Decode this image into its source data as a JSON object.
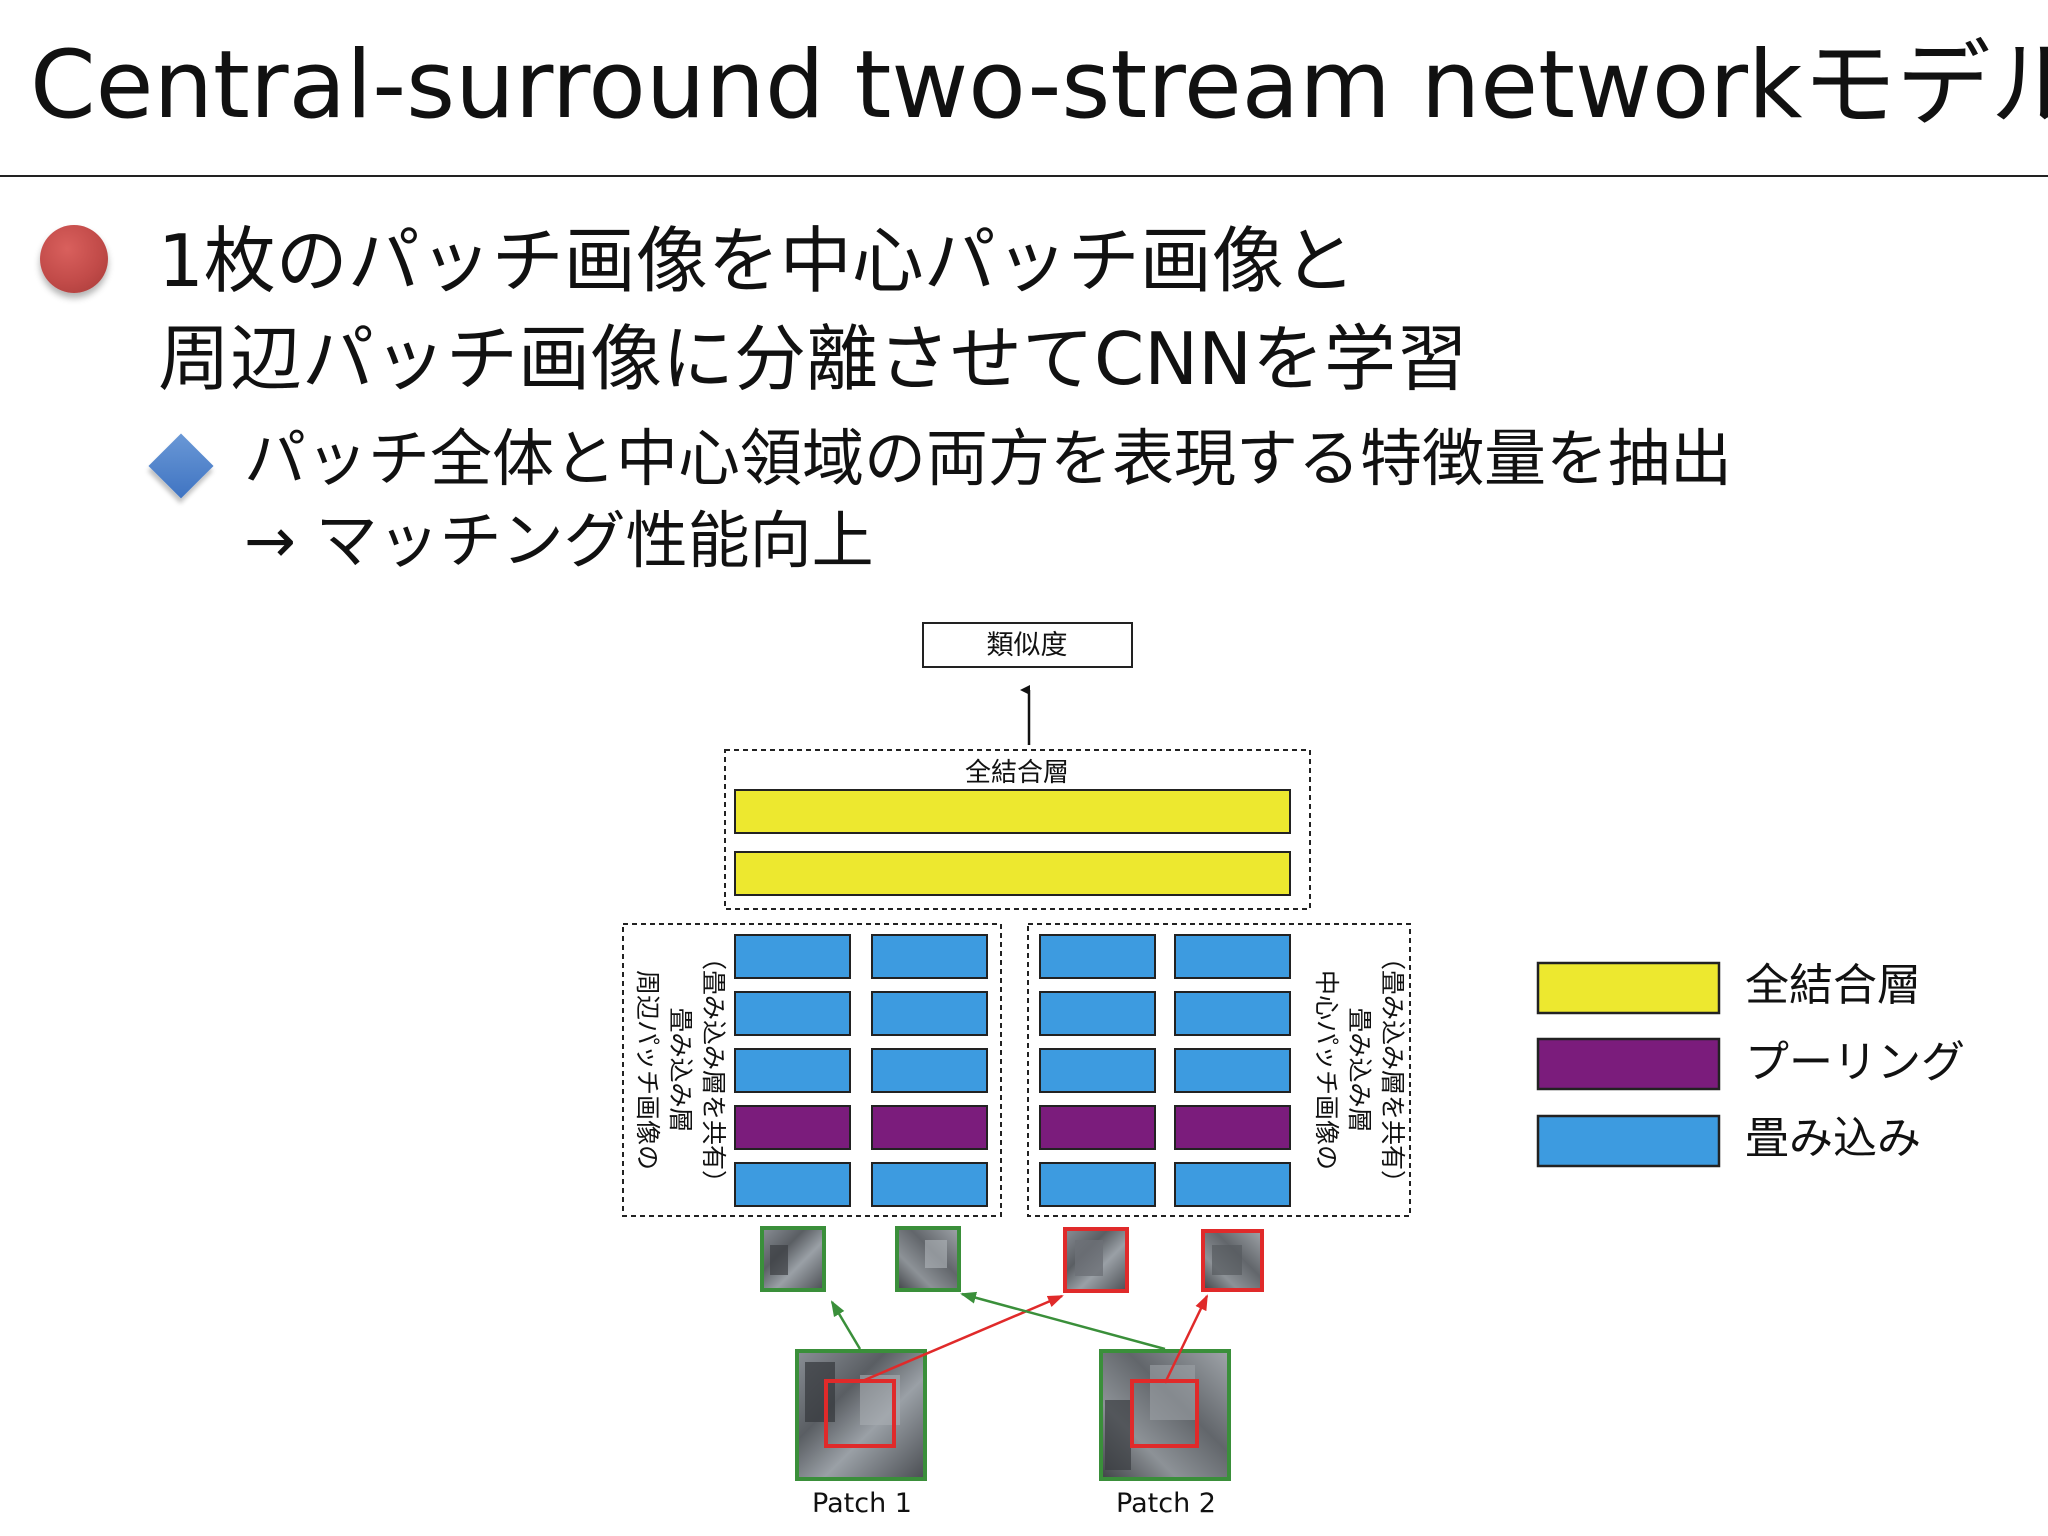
{
  "slide": {
    "title": "Central-surround two-stream networkモデル",
    "bullet1": {
      "line1": "1枚のパッチ画像を中心パッチ画像と",
      "line2": "周辺パッチ画像に分離させてCNNを学習"
    },
    "bullet2": {
      "line1": "パッチ全体と中心領域の両方を表現する特徴量を抽出",
      "line2": "→ マッチング性能向上"
    }
  },
  "diagram": {
    "output_label": "類似度",
    "fc_label": "全結合層",
    "left_stream_label": {
      "line1": "周辺パッチ画像の",
      "line2": "畳み込み層",
      "line3": "（畳み込み層を共有）"
    },
    "right_stream_label": {
      "line1": "中心パッチ画像の",
      "line2": "畳み込み層",
      "line3": "（畳み込み層を共有）"
    },
    "patch1_label": "Patch 1",
    "patch2_label": "Patch 2",
    "legend": {
      "fc": "全結合層",
      "pooling": "プーリング",
      "conv": "畳み込み"
    },
    "colors": {
      "fc": "#ede82f",
      "pooling": "#7b1c7c",
      "conv": "#3d9be0",
      "surround_frame": "#3a8f3a",
      "center_frame": "#e02a2a"
    }
  }
}
